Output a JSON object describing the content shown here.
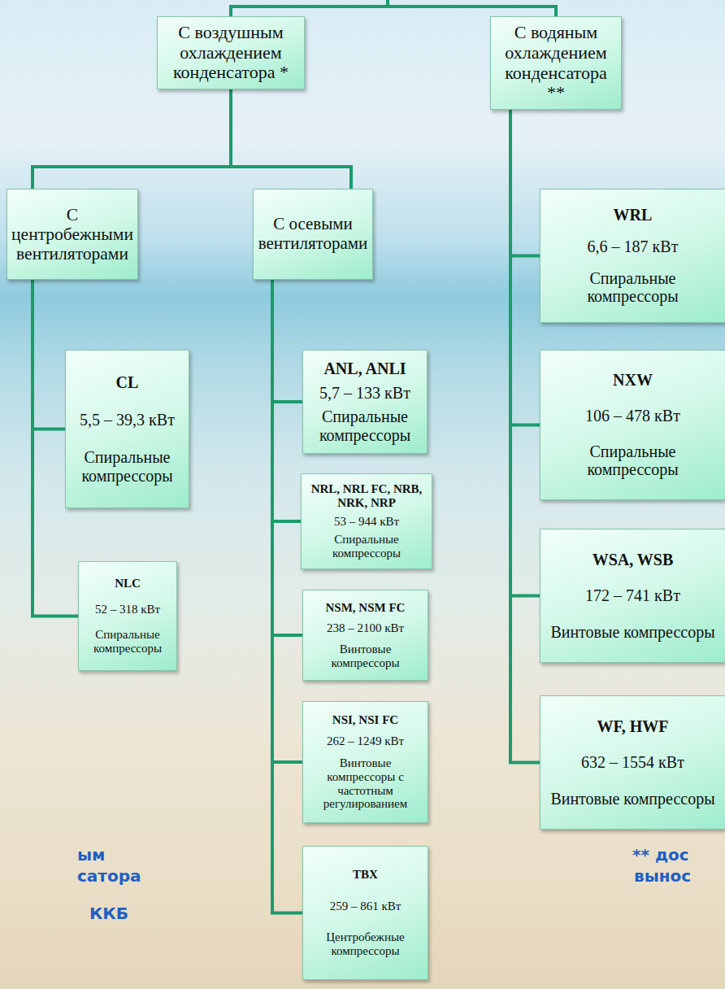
{
  "diagram": {
    "nodes": [
      {
        "text": [
          "С воздушным охлаждением конденсатора *"
        ]
      },
      {
        "text": [
          "С водяным охлаждением конденсатора **"
        ]
      },
      {
        "text": [
          "С центробежными вентиляторами"
        ]
      },
      {
        "text": [
          "С осевыми вентиляторами"
        ]
      },
      {
        "text": [
          "CL",
          "5,5 – 39,3 кВт",
          "Спиральные компрессоры"
        ]
      },
      {
        "text": [
          "NLC",
          "52 – 318 кВт",
          "Спиральные компрессоры"
        ]
      },
      {
        "text": [
          "ANL, ANLI",
          "5,7 – 133 кВт",
          "Спиральные компрессоры"
        ]
      },
      {
        "text": [
          "NRL, NRL FC, NRB, NRK, NRP",
          "53 – 944 кВт",
          "Спиральные компрессоры"
        ]
      },
      {
        "text": [
          "NSM, NSM FC",
          "238 – 2100 кВт",
          "Винтовые компрессоры"
        ]
      },
      {
        "text": [
          "NSI, NSI FC",
          "262 – 1249 кВт",
          "Винтовые компрессоры с частотным регулированием"
        ]
      },
      {
        "text": [
          "TBX",
          "259 – 861 кВт",
          "Центробежные компрессоры"
        ]
      },
      {
        "text": [
          "WRL",
          "6,6 – 187 кВт",
          "Спиральные компрессоры"
        ]
      },
      {
        "text": [
          "NXW",
          "106 – 478 кВт",
          "Спиральные компрессоры"
        ]
      },
      {
        "text": [
          "WSA, WSB",
          "172 – 741 кВт",
          "Винтовые компрессоры"
        ]
      },
      {
        "text": [
          "WF, HWF",
          "632 – 1554 кВт",
          "Винтовые компрессоры"
        ]
      }
    ],
    "edges": [
      {
        "from": 0,
        "to": 2,
        "arrow": "none"
      },
      {
        "from": 0,
        "to": 3,
        "arrow": "none"
      },
      {
        "from": 2,
        "to": 4,
        "arrow": "none"
      },
      {
        "from": 2,
        "to": 5,
        "arrow": "none"
      },
      {
        "from": 3,
        "to": 6,
        "arrow": "none"
      },
      {
        "from": 3,
        "to": 7,
        "arrow": "none"
      },
      {
        "from": 3,
        "to": 8,
        "arrow": "none"
      },
      {
        "from": 3,
        "to": 9,
        "arrow": "none"
      },
      {
        "from": 3,
        "to": 10,
        "arrow": "none"
      },
      {
        "from": 1,
        "to": 11,
        "arrow": "none"
      },
      {
        "from": 1,
        "to": 12,
        "arrow": "none"
      },
      {
        "from": 1,
        "to": 13,
        "arrow": "none"
      },
      {
        "from": 1,
        "to": 14,
        "arrow": "none"
      }
    ],
    "labels": [
      "ым",
      "сатора",
      "ККБ",
      "** дос",
      "вынос"
    ]
  }
}
